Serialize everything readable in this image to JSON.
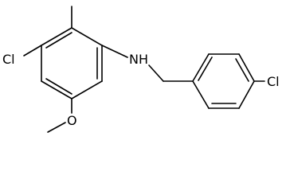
{
  "molecule": {
    "atom_labels": {
      "chloro_left": "Cl",
      "amine": "NH",
      "chloro_right": "Cl",
      "methoxy_oxygen": "O"
    }
  }
}
